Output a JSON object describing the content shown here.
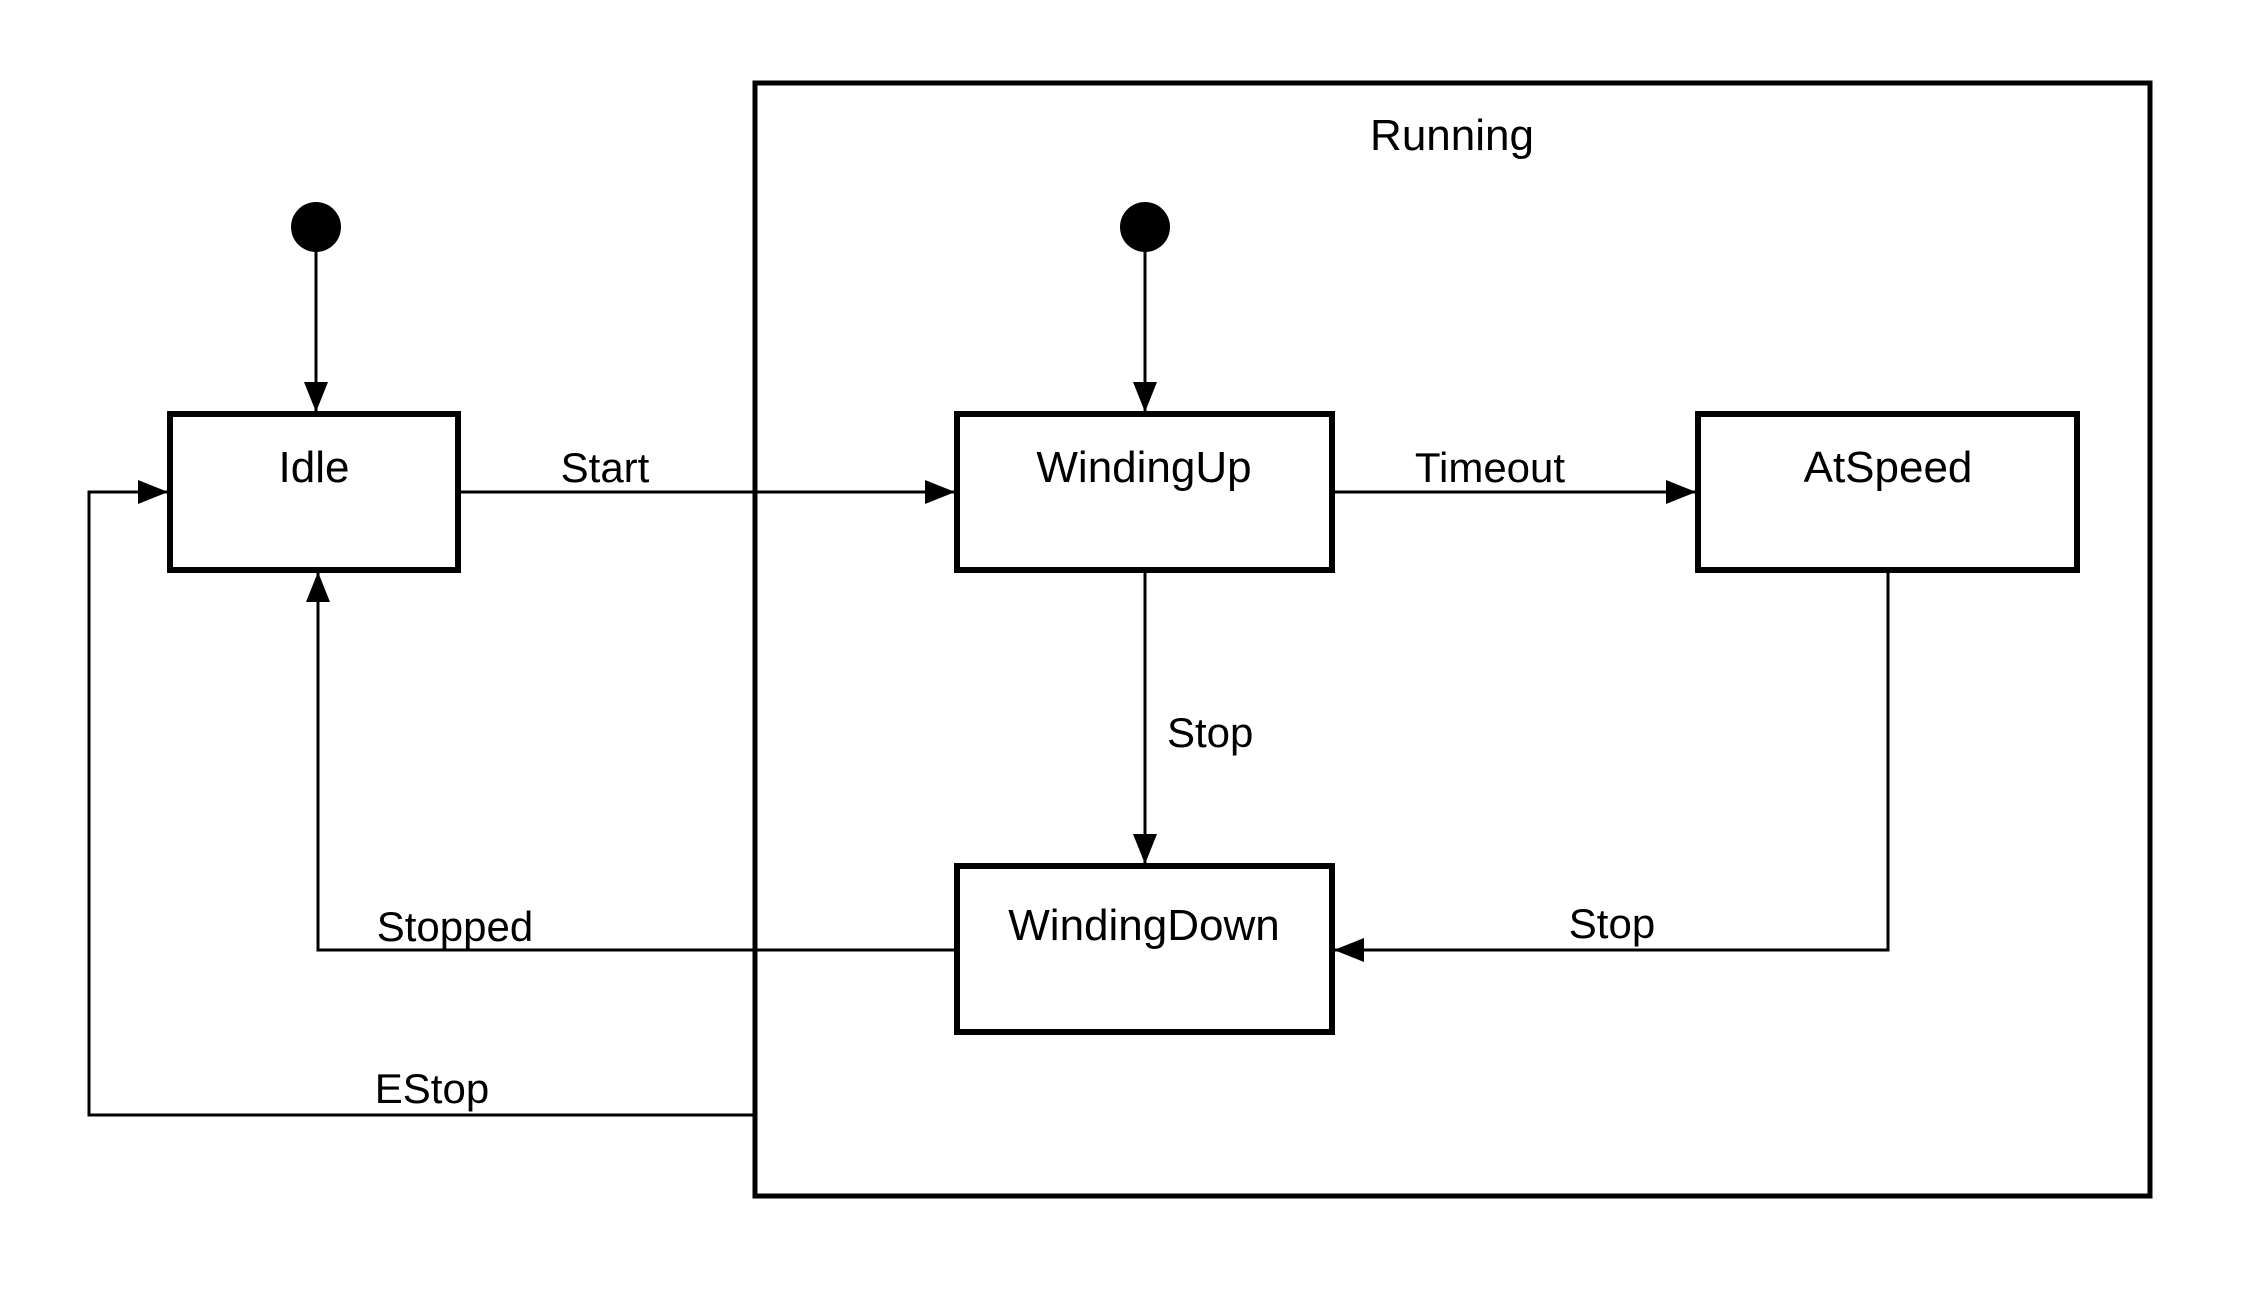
{
  "diagram": {
    "background_color": "#ffffff",
    "line_color": "#000000",
    "composite_state": {
      "label": "Running"
    },
    "states": [
      {
        "name": "Idle"
      },
      {
        "name": "WindingUp"
      },
      {
        "name": "AtSpeed"
      },
      {
        "name": "WindingDown"
      }
    ],
    "initial_pseudostates": [
      {
        "target": "Idle"
      },
      {
        "target": "WindingUp"
      }
    ],
    "transitions": [
      {
        "from": "Idle",
        "to": "WindingUp",
        "label": "Start"
      },
      {
        "from": "WindingUp",
        "to": "AtSpeed",
        "label": "Timeout"
      },
      {
        "from": "WindingUp",
        "to": "WindingDown",
        "label": "Stop"
      },
      {
        "from": "AtSpeed",
        "to": "WindingDown",
        "label": "Stop"
      },
      {
        "from": "WindingDown",
        "to": "Idle",
        "label": "Stopped"
      },
      {
        "from": "Running",
        "to": "Idle",
        "label": "EStop"
      }
    ]
  }
}
